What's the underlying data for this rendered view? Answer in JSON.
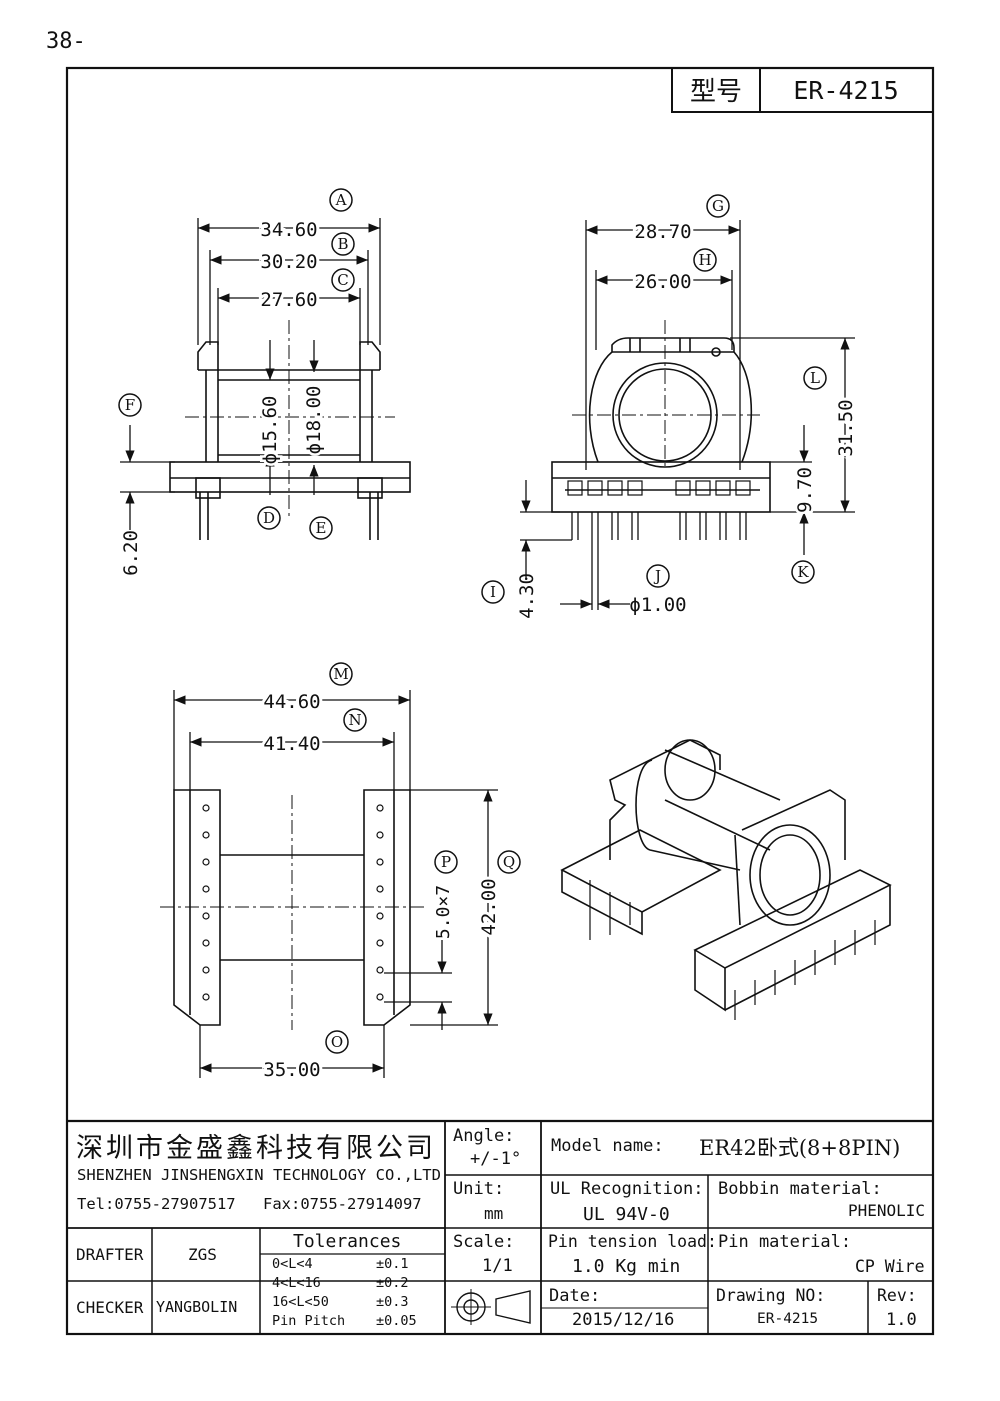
{
  "page_number": "38-",
  "header": {
    "type_label": "型号",
    "type_value": "ER-4215"
  },
  "dims": {
    "A": "34.60",
    "B": "30.20",
    "C": "27.60",
    "D": "ϕ15.60",
    "E": "ϕ18.00",
    "F": "6.20",
    "G": "28.70",
    "H": "26.00",
    "I": "4.30",
    "J": "ϕ1.00",
    "K": "9.70",
    "L": "31.50",
    "M": "44.60",
    "N": "41.40",
    "O": "35.00",
    "P": "5.0×7",
    "Q": "42.00"
  },
  "letters": [
    "A",
    "B",
    "C",
    "D",
    "E",
    "F",
    "G",
    "H",
    "I",
    "J",
    "K",
    "L",
    "M",
    "N",
    "O",
    "P",
    "Q"
  ],
  "title_block": {
    "company_cn": "深圳市金盛鑫科技有限公司",
    "company_en": "SHENZHEN JINSHENGXIN TECHNOLOGY CO.,LTD",
    "tel": "Tel:0755-27907517",
    "fax": "Fax:0755-27914097",
    "angle_label": "Angle:",
    "angle_value": "+/-1°",
    "model_label": "Model name:",
    "model_value": "ER42卧式(8+8PIN)",
    "unit_label": "Unit:",
    "unit_value": "mm",
    "ul_label": "UL Recognition:",
    "ul_value": "UL 94V-0",
    "bobbin_label": "Bobbin material:",
    "bobbin_value": "PHENOLIC",
    "drafter_label": "DRAFTER",
    "drafter_value": "ZGS",
    "tolerances_label": "Tolerances",
    "tolerances": [
      {
        "range": "0<L<4",
        "value": "±0.1"
      },
      {
        "range": "4<L<16",
        "value": "±0.2"
      },
      {
        "range": "16<L<50",
        "value": "±0.3"
      },
      {
        "range": "Pin Pitch",
        "value": "±0.05"
      }
    ],
    "scale_label": "Scale:",
    "scale_value": "1/1",
    "pin_tension_label": "Pin tension load:",
    "pin_tension_value": "1.0 Kg min",
    "pin_material_label": "Pin material:",
    "pin_material_value": "CP Wire",
    "checker_label": "CHECKER",
    "checker_value": "YANGBOLIN",
    "date_label": "Date:",
    "date_value": "2015/12/16",
    "drawing_no_label": "Drawing NO:",
    "drawing_no_value": "ER-4215",
    "rev_label": "Rev:",
    "rev_value": "1.0"
  }
}
